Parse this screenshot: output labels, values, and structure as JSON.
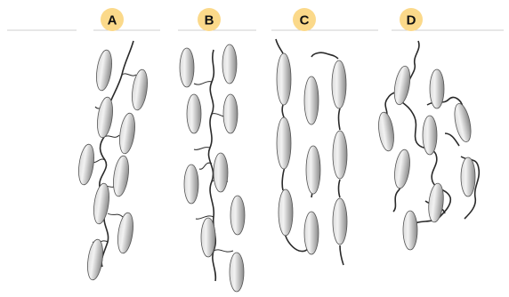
{
  "figure": {
    "panels": [
      {
        "label": "A"
      },
      {
        "label": "B"
      },
      {
        "label": "C"
      },
      {
        "label": "D"
      }
    ]
  },
  "colors": {
    "badge_fill": "#fbd98a",
    "badge_text": "#111111",
    "rule": "#cfcfcf",
    "chain": "#2a2a2a",
    "ellipse_light": "#e6e6e6",
    "ellipse_dark": "#8c8c8c"
  }
}
